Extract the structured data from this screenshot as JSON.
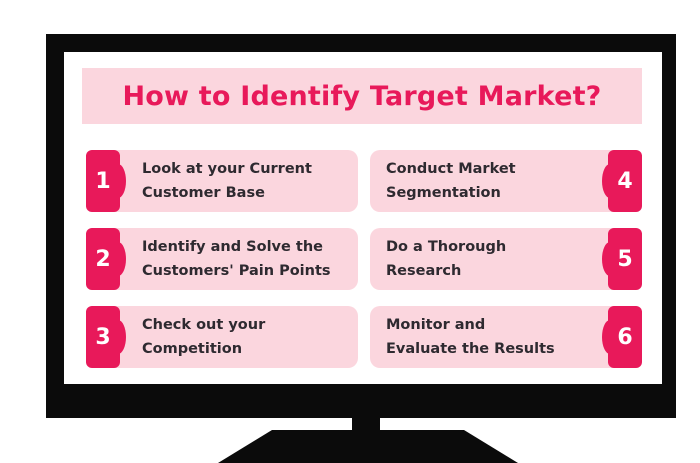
{
  "title": "How to Identify Target Market?",
  "steps": [
    {
      "number": "1",
      "text": "Look at your Current\nCustomer Base"
    },
    {
      "number": "2",
      "text": "Identify and Solve the\nCustomers' Pain Points"
    },
    {
      "number": "3",
      "text": "Check out your\nCompetition"
    },
    {
      "number": "4",
      "text": "Conduct Market\nSegmentation"
    },
    {
      "number": "5",
      "text": "Do a Thorough\nResearch"
    },
    {
      "number": "6",
      "text": "Monitor and\nEvaluate the Results"
    }
  ],
  "colors": {
    "accent": "#e8195a",
    "card_bg": "#fbd6de",
    "monitor": "#0b0b0b",
    "text": "#2e2a30"
  }
}
